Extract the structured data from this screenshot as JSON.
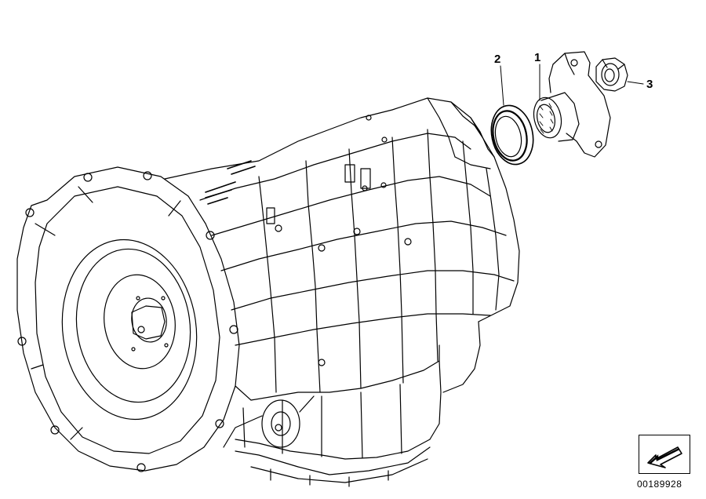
{
  "callouts": {
    "flange": "1",
    "shaft_seal": "2",
    "collar_nut": "3"
  },
  "reference_number": "00189928",
  "colors": {
    "line": "#000000",
    "background": "#ffffff"
  },
  "icons": {
    "direction_badge": "arrow-down-left-icon"
  }
}
